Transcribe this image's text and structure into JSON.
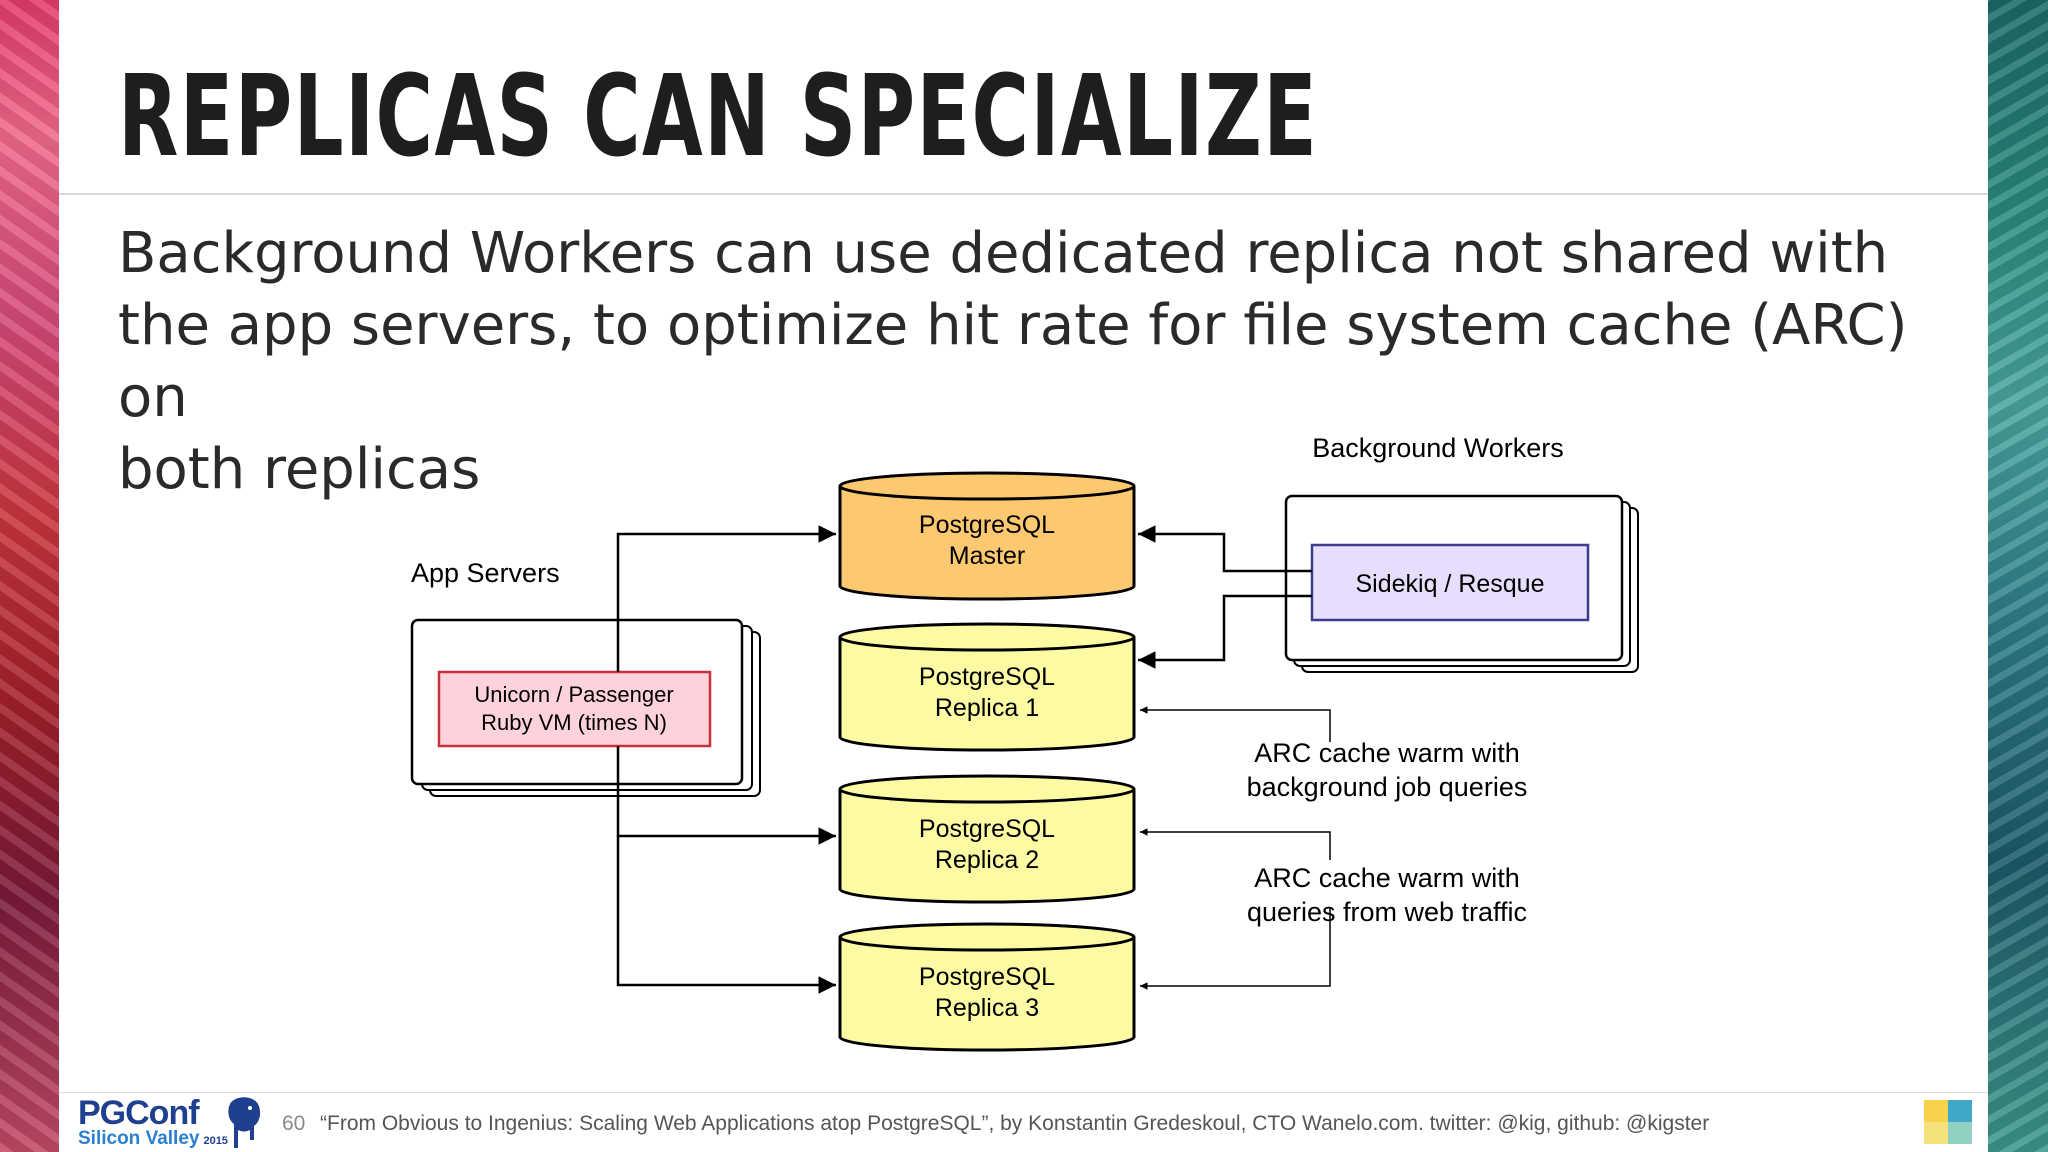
{
  "title": "REPLICAS CAN SPECIALIZE",
  "subtitle_lines": [
    "Background Workers can use dedicated replica not shared with",
    "the app servers, to optimize hit rate for file system cache (ARC) on",
    "both replicas"
  ],
  "diagram": {
    "app_servers_label": "App Servers",
    "app_box": [
      "Unicorn / Passenger",
      "Ruby VM (times N)"
    ],
    "bg_workers_label": "Background Workers",
    "bg_box": "Sidekiq / Resque",
    "master": [
      "PostgreSQL",
      "Master"
    ],
    "replica1": [
      "PostgreSQL",
      "Replica 1"
    ],
    "replica2": [
      "PostgreSQL",
      "Replica 2"
    ],
    "replica3": [
      "PostgreSQL",
      "Replica 3"
    ],
    "note_bg": [
      "ARC cache warm with",
      "background job queries"
    ],
    "note_web": [
      "ARC cache warm with",
      "queries from web traffic"
    ]
  },
  "colors": {
    "master_fill": "#fcc870",
    "replica_fill": "#fcfba4",
    "app_box_fill": "#fdd2dc",
    "app_box_stroke": "#c8303c",
    "bg_box_fill": "#e6defc",
    "bg_box_stroke": "#3c3c8c"
  },
  "footer": {
    "logo_text": "PGConf",
    "logo_sub": "Silicon Valley",
    "logo_year": "2015",
    "page_number": "60",
    "citation": "“From Obvious to Ingenius: Scaling Web Applications atop PostgreSQL”, by Konstantin Gredeskoul, CTO Wanelo.com. twitter: @kig, github: @kigster"
  }
}
